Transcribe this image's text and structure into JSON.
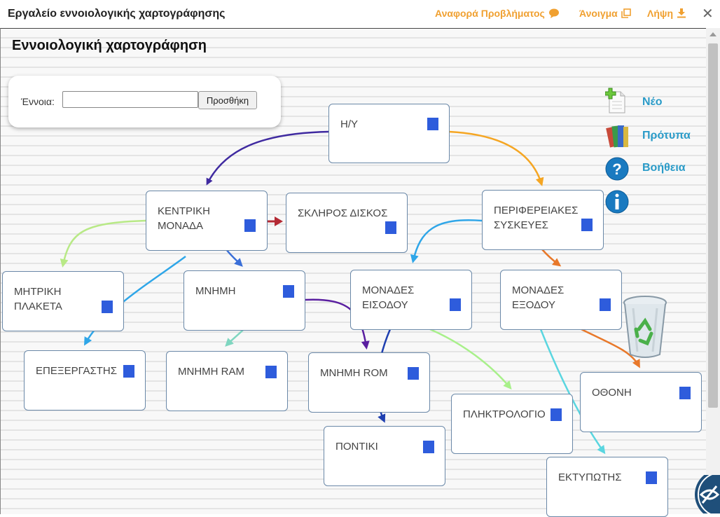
{
  "window": {
    "title": "Εργαλείο εννοιολογικής χαρτογράφησης",
    "report_label": "Αναφορά Προβλήματος",
    "open_label": "Άνοιγμα",
    "download_label": "Λήψη",
    "close_label": "✕"
  },
  "map": {
    "title": "Εννοιολογική χαρτογράφηση",
    "concept_label": "Έννοια:",
    "concept_value": "",
    "add_button": "Προσθήκη"
  },
  "side_menu": {
    "new": "Νέο",
    "templates": "Πρότυπα",
    "help": "Βοήθεια"
  },
  "nodes": {
    "hy": "Η/Υ",
    "central_unit": "ΚΕΝΤΡΙΚΗ\nΜΟΝΑΔΑ",
    "hard_disk": "ΣΚΛΗΡΟΣ ΔΙΣΚΟΣ",
    "peripherals": "ΠΕΡΙΦΕΡΕΙΑΚΕΣ\nΣΥΣΚΕΥΕΣ",
    "motherboard": "ΜΗΤΡΙΚΗ\nΠΛΑΚΕΤΑ",
    "memory": "ΜΝΗΜΗ",
    "input_units": "ΜΟΝΑΔΕΣ\nΕΙΣΟΔΟΥ",
    "output_units": "ΜΟΝΑΔΕΣ\nΕΞΟΔΟΥ",
    "processor": "ΕΠΕΞΕΡΓΑΣΤΗΣ",
    "ram": "ΜΝΗΜΗ RAM",
    "rom": "ΜΝΗΜΗ ROM",
    "screen": "ΟΘΟΝΗ",
    "keyboard": "ΠΛΗΚΤΡΟΛΟΓΙΟ",
    "mouse": "ΠΟΝΤΙΚΙ",
    "printer": "ΕΚΤΥΠΩΤΗΣ"
  },
  "colors": {
    "accent_orange": "#f0a030",
    "link_blue": "#2a9bc8",
    "node_handle": "#2e5cdc",
    "node_border": "#6a88a8"
  },
  "icons": {
    "report": "chat-bubble-icon",
    "open": "open-window-icon",
    "download": "download-icon",
    "new": "new-document-icon",
    "templates": "books-icon",
    "help": "question-icon",
    "info": "info-icon",
    "trash": "recycle-bin-icon",
    "accessibility": "hidden-eye-icon"
  }
}
